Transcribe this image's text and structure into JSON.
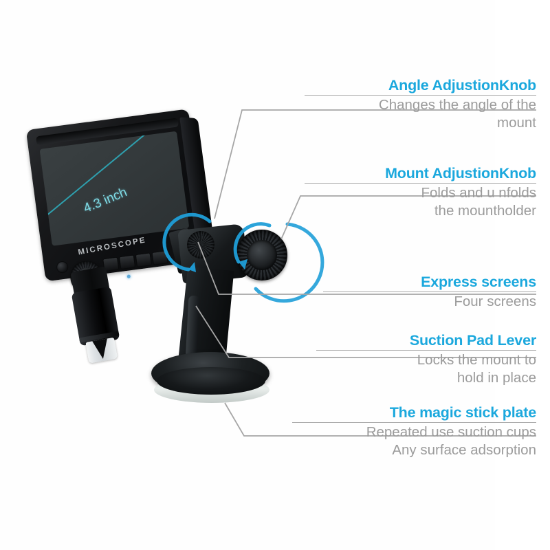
{
  "page": {
    "title": "Digital Microscope Feature Infographic",
    "background_color": "#ffffff",
    "accent_color": "#1ba8dd",
    "body_text_color": "#9b9b9b",
    "rule_color": "#a9a9a9",
    "leader_line_color": "#a6a6a6",
    "arrow_color": "#1f9ed8"
  },
  "product": {
    "screen_label": "4.3 inch",
    "brand_label": "MICROSCOPE",
    "parts": {
      "monitor": "lcd-monitor",
      "lens_barrel": "microscope-lens-barrel",
      "power_button": "power-button",
      "focus_knob": "focus-knob",
      "angle_knob": "angle-adjustment-knob",
      "mount_knob": "mount-adjustment-knob",
      "mount_arm": "mount-arm",
      "suction_base": "suction-pad-base"
    }
  },
  "callouts": [
    {
      "id": "angle-adjustion-knob",
      "title": "Angle AdjustionKnob",
      "description": "Changes the angle of the mount"
    },
    {
      "id": "mount-adjustion-knob",
      "title": "Mount AdjustionKnob",
      "description": "Folds and u nfolds the mountholder"
    },
    {
      "id": "express-screens",
      "title": "Express screens",
      "description": "Four screens"
    },
    {
      "id": "suction-pad-lever",
      "title": "Suction Pad Lever",
      "description": "Locks the mount to hold in place"
    },
    {
      "id": "the-magic-stick-plate",
      "title": "The magic stick plate",
      "description": "Repeated use suction cups Any surface adsorption"
    }
  ],
  "callout_lines": {
    "angle_line1": "Changes the angle of the",
    "angle_line2": "mount",
    "mount_line1": "Folds and u nfolds",
    "mount_line2": "the mountholder",
    "express_line1": "Four screens",
    "suction_line1": "Locks the mount to",
    "suction_line2": "hold in place",
    "magic_line1": "Repeated use suction cups",
    "magic_line2": "Any surface adsorption"
  }
}
